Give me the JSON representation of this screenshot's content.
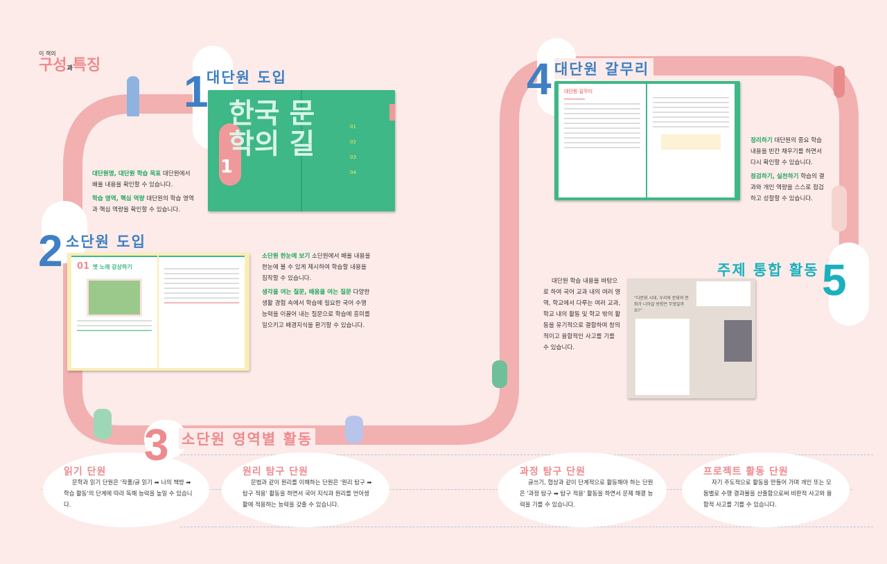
{
  "header": {
    "small": "이 책의",
    "big1": "구성",
    "mid": "과",
    "big2": "특징"
  },
  "colors": {
    "path": "#f2b0b0",
    "blue": "#3f7fc4",
    "pink": "#ee8a8e",
    "teal": "#1ab0bd",
    "green": "#3db886"
  },
  "sections": [
    {
      "num": "1",
      "title": "대단원 도입",
      "desc": [
        {
          "hl": "대단원명, 대단원 학습 목표",
          "text": " 대단원에서 배울 내용을 확인할 수 있습니다."
        },
        {
          "hl": "학습 영역, 핵심 역량",
          "text": " 대단원의 학습 영역과 핵심 역량을 확인할 수 있습니다."
        }
      ],
      "book": {
        "title": "한국 문학의 길",
        "unit": "1",
        "items": [
          "01",
          "02",
          "03",
          "04"
        ]
      }
    },
    {
      "num": "2",
      "title": "소단원 도입",
      "desc": [
        {
          "hl": "소단원 한눈에 보기",
          "text": " 소단원에서 배울 내용을 한눈에 볼 수 있게 제시하여 학습할 내용을 짐작할 수 있습니다."
        },
        {
          "hl": "생각을 여는 질문, 배움을 여는 질문",
          "text": " 다양한 생활 경험 속에서 학습에 필요한 국어 수행 능력을 이끌어 내는 질문으로 학습에 흥미를 일으키고 배경지식을 환기할 수 있습니다."
        }
      ],
      "book": {
        "num": "01",
        "title": "옛 노래 감상하기"
      }
    },
    {
      "num": "3",
      "title": "소단원 영역별 활동"
    },
    {
      "num": "4",
      "title": "대단원 갈무리",
      "desc": [
        {
          "hl": "정리하기",
          "text": " 대단원의 중요 학습 내용을 빈칸 채우기를 하면서 다시 확인할 수 있습니다."
        },
        {
          "hl": "점검하기, 실천하기",
          "text": " 학습의 결과와 개인 역량을 스스로 점검하고 성찰할 수 있습니다."
        }
      ],
      "book": {
        "title": "대단원 갈무리"
      }
    },
    {
      "num": "5",
      "title": "주제 통합 활동",
      "desc": "대단원 학습 내용을 바탕으로 하여 국어 교과 내의 여러 영역, 학교에서 다루는 여러 교과, 학교 내의 활동 및 학교 밖의 활동을 유기적으로 결합하여 창의적이고 융합적인 사고를 기를 수 있습니다.",
      "book": {
        "quote": "“다문화 시대, 우리와 문화와 문화가 나아갈 방향은 무엇일까요?”"
      }
    }
  ],
  "units": [
    {
      "title": "읽기 단원",
      "text": "문학과 읽기 단원은 '작품/글 읽기 ➡ 나의 책방 ➡ 학습 활동'의 단계에 따라 독해 능력을 높일 수 있습니다."
    },
    {
      "title": "원리 탐구 단원",
      "text": "문법과 같이 원리를 이해하는 단원은 '원리 탐구 ➡ 탐구 적용' 활동을 하면서 국어 지식과 원리를 언어생활에 적용하는 능력을 갖출 수 있습니다."
    },
    {
      "title": "과정 탐구 단원",
      "text": "글쓰기, 협상과 같이 단계적으로 활동해야 하는 단원은 '과정 탐구 ➡ 탐구 적용' 활동을 하면서 문제 해결 능력을 기를 수 있습니다."
    },
    {
      "title": "프로젝트 활동 단원",
      "text": "자기 주도적으로 활동을 만들어 가며 개인 또는 모둠별로 수행 결과물을 산출함으로써 비판적 사고와 융합적 사고를 기를 수 있습니다."
    }
  ]
}
